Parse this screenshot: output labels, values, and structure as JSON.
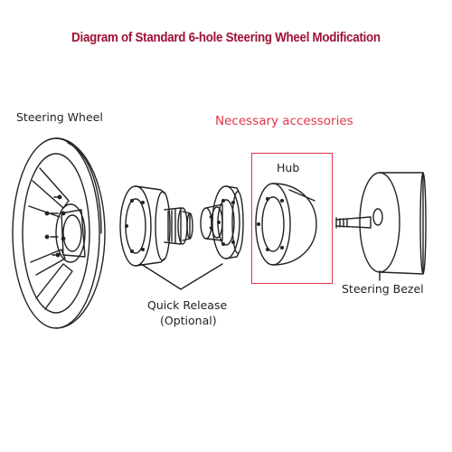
{
  "title": "Diagram of Standard 6-hole Steering Wheel Modification",
  "labels": {
    "steering_wheel": "Steering Wheel",
    "accessories": "Necessary accessories",
    "hub": "Hub",
    "quick_release_line1": "Quick Release",
    "quick_release_line2": "(Optional)",
    "steering_bezel": "Steering Bezel"
  },
  "colors": {
    "title": "#9e1234",
    "accent": "#e0344a",
    "line": "#222222"
  }
}
